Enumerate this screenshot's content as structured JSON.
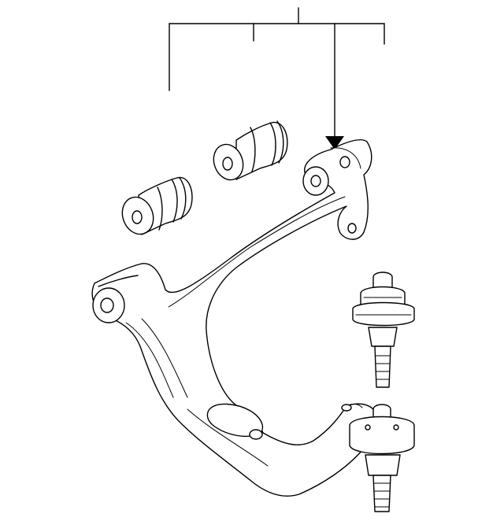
{
  "diagram": {
    "parts": [
      {
        "name": "upper-control-arm"
      },
      {
        "name": "bushing-front"
      },
      {
        "name": "bushing-rear"
      },
      {
        "name": "ball-joint-upper"
      },
      {
        "name": "ball-joint-lower"
      }
    ],
    "callout_bracket": {
      "branches": 4,
      "arrow_target": "upper-control-arm"
    },
    "colors": {
      "line": "#000000",
      "background": "#ffffff"
    }
  }
}
